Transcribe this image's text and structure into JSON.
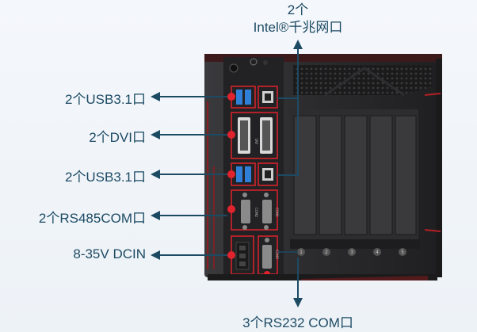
{
  "callouts": {
    "top_count": "2个",
    "top_text": "Intel®千兆网口",
    "usb_top": "2个USB3.1口",
    "dvi": "2个DVI口",
    "usb_bottom": "2个USB3.1口",
    "rs485": "2个RS485COM口",
    "dcin": "8-35V DCIN",
    "rs232": "3个RS232 COM口"
  },
  "slot_numbers": [
    "1",
    "2",
    "3",
    "4",
    "5"
  ],
  "port_silk": {
    "dvi": "DVI",
    "com1": "COM1",
    "com2": "COM2",
    "com3": "COM3"
  },
  "colors": {
    "label_text": "#1c4a63",
    "arrow": "#1c4a63",
    "highlight_red": "#e0232c",
    "chassis": "#2b2b2d",
    "usb_blue": "#2f7fd9"
  }
}
